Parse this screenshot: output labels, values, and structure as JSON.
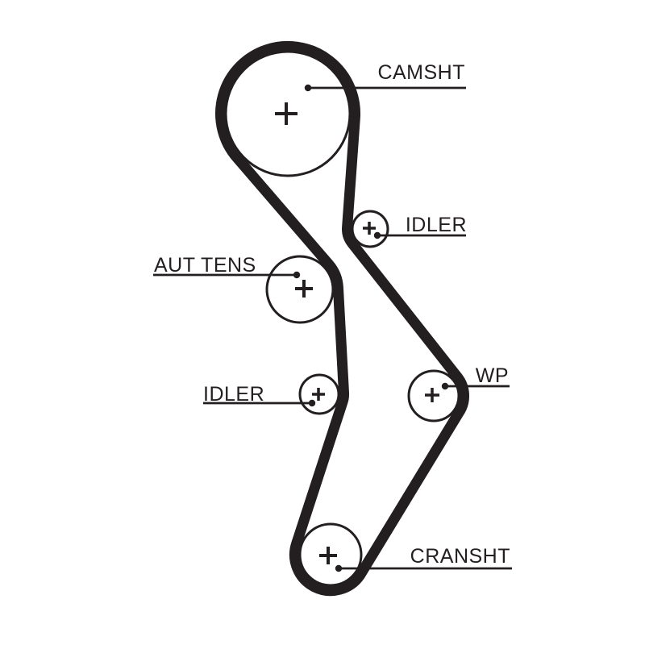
{
  "diagram": {
    "type": "timing-belt-routing",
    "colors": {
      "ink": "#231f20",
      "background": "#ffffff"
    },
    "labels": {
      "camshaft": "CAMSHT",
      "idler_top": "IDLER",
      "tensioner": "AUT TENS",
      "idler_left": "IDLER",
      "water_pump": "WP",
      "crankshaft": "CRANSHT"
    }
  }
}
